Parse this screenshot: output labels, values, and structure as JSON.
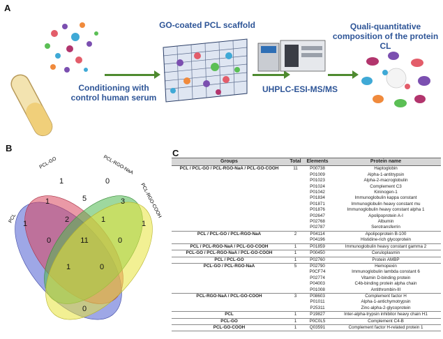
{
  "panel_a": {
    "letter": "A",
    "label_conditioning": [
      "Conditioning with",
      "control human serum"
    ],
    "label_scaffold": "GO-coated PCL scaffold",
    "label_method": "UHPLC-ESI-MS/MS",
    "label_composition": [
      "Quali-quantitative",
      "composition of the protein CL"
    ]
  },
  "panel_b": {
    "letter": "B",
    "sets": [
      {
        "name": "PCL",
        "color": "#4f5fd1"
      },
      {
        "name": "PCL-GO",
        "color": "#d9455c"
      },
      {
        "name": "PCL-RGO-NaA",
        "color": "#4fb84f"
      },
      {
        "name": "PCL-RGO-COOH",
        "color": "#e8e43a"
      }
    ],
    "counts": [
      "1",
      "1",
      "0",
      "1",
      "1",
      "5",
      "3",
      "2",
      "1",
      "0",
      "11",
      "0",
      "1",
      "0",
      "0"
    ]
  },
  "panel_c": {
    "letter": "C",
    "headers": [
      "Groups",
      "Total",
      "Elements",
      "Protein name"
    ],
    "groups": [
      {
        "name": "PCL / PCL-GO / PCL-RGO-NaA / PCL-GO-COOH",
        "total": "11",
        "rows": [
          [
            "P00738",
            "Haptoglobin"
          ],
          [
            "P01009",
            "Alpha-1-antitrypsin"
          ],
          [
            "P01023",
            "Alpha-2-macroglobulin"
          ],
          [
            "P01024",
            "Complement C3"
          ],
          [
            "P01042",
            "Kininogen-1"
          ],
          [
            "P01834",
            "Immunoglobulin kappa constant"
          ],
          [
            "P01871",
            "Immunoglobulin heavy constant mu"
          ],
          [
            "P01876",
            "Immunoglobulin heavy constant alpha 1"
          ],
          [
            "P02647",
            "Apolipoprotein A-I"
          ],
          [
            "P02768",
            "Albumin"
          ],
          [
            "P02787",
            "Serotransferrin"
          ]
        ]
      },
      {
        "name": "PCL / PCL-GO / PCL-RGO-NaA",
        "total": "2",
        "rows": [
          [
            "P04114",
            "Apolipoprotein B-100"
          ],
          [
            "P04196",
            "Histidine-rich glycoprotein"
          ]
        ]
      },
      {
        "name": "PCL / PCL-RGO-NaA / PCL-GO-COOH",
        "total": "1",
        "rows": [
          [
            "P01859",
            "Immunoglobulin heavy constant gamma 2"
          ]
        ]
      },
      {
        "name": "PCL-GO / PCL-RGO-NaA / PCL-GO-COOH",
        "total": "1",
        "rows": [
          [
            "P00450",
            "Ceruloplasmin"
          ]
        ]
      },
      {
        "name": "PCL / PCL-GO",
        "total": "1",
        "rows": [
          [
            "P02760",
            "Protein AMBP"
          ]
        ]
      },
      {
        "name": "PCL-GO / PCL-RGO-NaA",
        "total": "5",
        "rows": [
          [
            "P02790",
            "Hemopexin"
          ],
          [
            "P0CF74",
            "Immunoglobulin lambda constant 6"
          ],
          [
            "P02774",
            "Vitamin D-binding protein"
          ],
          [
            "P04003",
            "C4b-binding protein alpha chain"
          ],
          [
            "P01008",
            "Antithrombin-III"
          ]
        ]
      },
      {
        "name": "PCL-RGO-NaA / PCL-GO-COOH",
        "total": "3",
        "rows": [
          [
            "P08603",
            "Complement factor H"
          ],
          [
            "P01011",
            "Alpha-1-antichymotrypsin"
          ],
          [
            "P25311",
            "Zinc-alpha-2-glycoprotein"
          ]
        ]
      },
      {
        "name": "PCL",
        "total": "1",
        "rows": [
          [
            "P19827",
            "Inter-alpha-trypsin inhibitor heavy chain H1"
          ]
        ]
      },
      {
        "name": "PCL-GO",
        "total": "1",
        "rows": [
          [
            "P0C0L5",
            "Complement C4-B"
          ]
        ]
      },
      {
        "name": "PCL-GO-COOH",
        "total": "1",
        "rows": [
          [
            "Q03591",
            "Complement factor H-related protein 1"
          ]
        ]
      }
    ]
  }
}
